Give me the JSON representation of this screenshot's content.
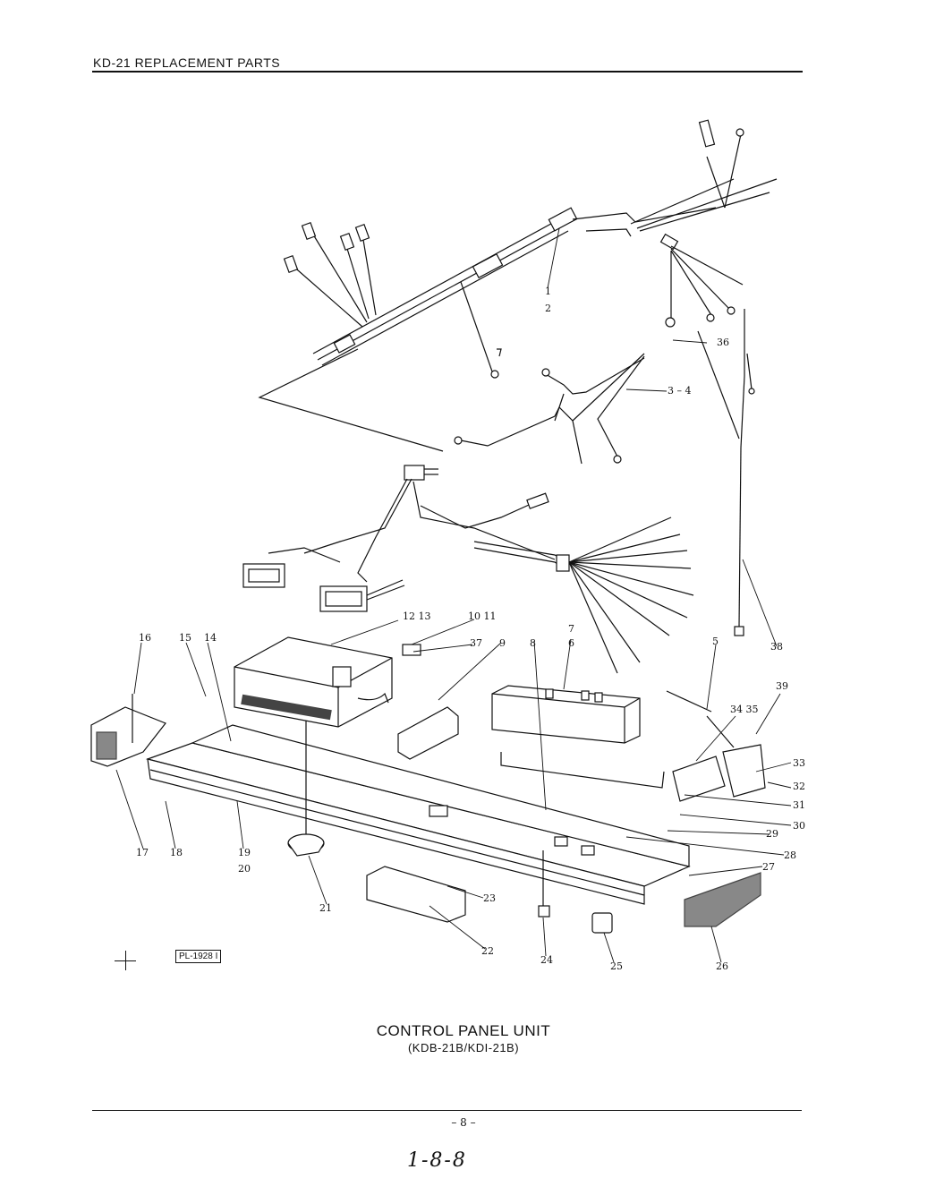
{
  "header": {
    "title": "KD-21 REPLACEMENT PARTS"
  },
  "caption": {
    "title": "CONTROL PANEL UNIT",
    "subtitle": "(KDB-21B/KDI-21B)"
  },
  "plate_id": "PL-1928 I",
  "page_number": "– 8 –",
  "handwritten_note": "1-8-8",
  "callouts": {
    "c1": "1",
    "c2": "2",
    "c36": "36",
    "c34pair": "3 – 4",
    "c1213": "12  13",
    "c1011": "10  11",
    "c7": "7",
    "c6": "6",
    "c16": "16",
    "c15": "15",
    "c14": "14",
    "c37": "37",
    "c9": "9",
    "c8": "8",
    "c5": "5",
    "c38": "38",
    "c39": "39",
    "c3435": "34  35",
    "c33": "33",
    "c32": "32",
    "c31": "31",
    "c30": "30",
    "c29": "29",
    "c28": "28",
    "c27": "27",
    "c17": "17",
    "c18": "18",
    "c19": "19",
    "c20": "20",
    "c21": "21",
    "c23": "23",
    "c22": "22",
    "c24": "24",
    "c25": "25",
    "c26": "26"
  }
}
